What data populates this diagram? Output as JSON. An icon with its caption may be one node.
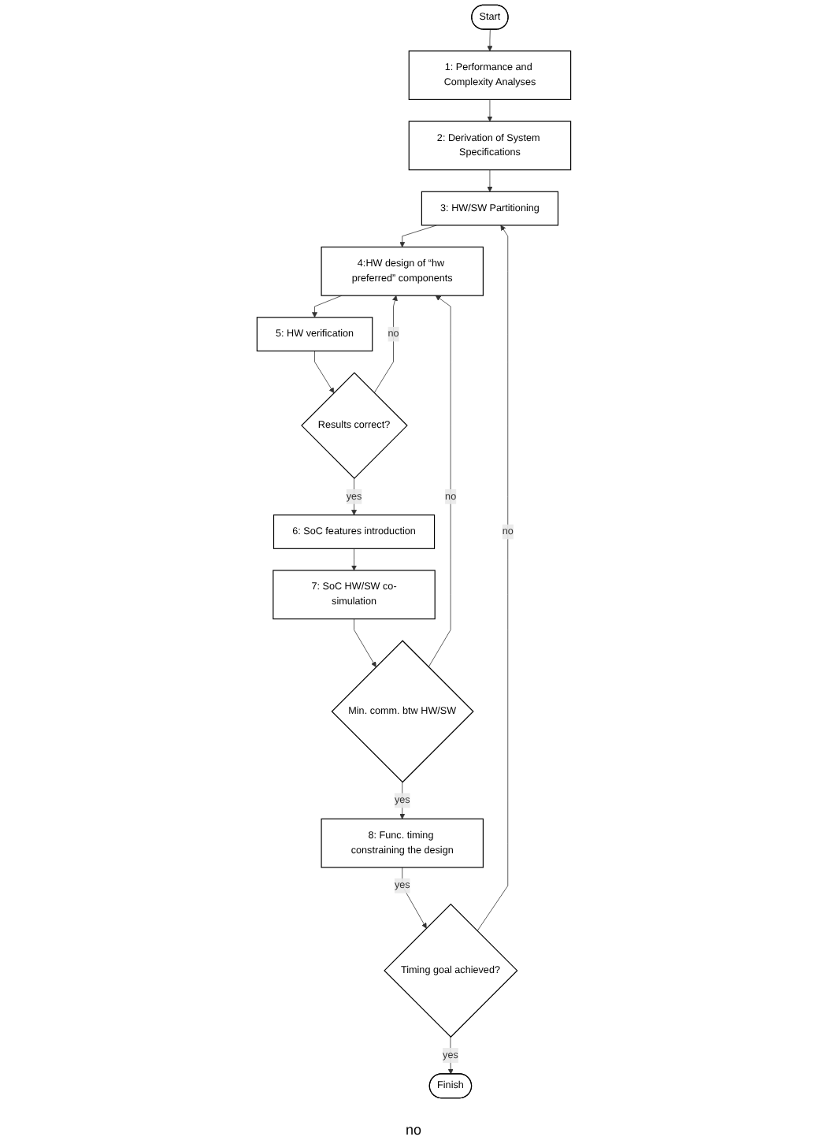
{
  "diagram": {
    "nodes": [
      {
        "text": [
          "Start"
        ]
      },
      {
        "text": [
          "1: Performance and Complexity Analyses"
        ]
      },
      {
        "text": [
          "2: Derivation of System Specifications"
        ]
      },
      {
        "text": [
          "3: HW/SW Partitioning"
        ]
      },
      {
        "text": [
          "4:HW design of “hw preferred” components"
        ]
      },
      {
        "text": [
          "5: HW verification"
        ]
      },
      {
        "text": [
          "Results correct?"
        ]
      },
      {
        "text": [
          "6: SoC features introduction"
        ]
      },
      {
        "text": [
          "7: SoC HW/SW co-simulation"
        ]
      },
      {
        "text": [
          "Min. comm. btw HW/SW"
        ]
      },
      {
        "text": [
          "8: Func. timing constraining the design"
        ]
      },
      {
        "text": [
          "Timing goal achieved?"
        ]
      },
      {
        "text": [
          "Finish"
        ]
      }
    ],
    "edges": [
      {
        "from": 0,
        "to": 1,
        "arrow": "to"
      },
      {
        "from": 1,
        "to": 2,
        "arrow": "to"
      },
      {
        "from": 2,
        "to": 3,
        "arrow": "to"
      },
      {
        "from": 3,
        "to": 4,
        "arrow": "to"
      },
      {
        "from": 4,
        "to": 5,
        "arrow": "to"
      },
      {
        "from": 5,
        "to": 6,
        "arrow": "to"
      },
      {
        "from": 6,
        "to": 4,
        "arrow": "to",
        "label": "no"
      },
      {
        "from": 6,
        "to": 7,
        "arrow": "to",
        "label": "yes"
      },
      {
        "from": 7,
        "to": 8,
        "arrow": "to"
      },
      {
        "from": 8,
        "to": 9,
        "arrow": "to"
      },
      {
        "from": 9,
        "to": 4,
        "arrow": "to",
        "label": "no"
      },
      {
        "from": 9,
        "to": 10,
        "arrow": "to",
        "label": "yes"
      },
      {
        "from": 10,
        "to": 11,
        "arrow": "to",
        "label": "yes"
      },
      {
        "from": 11,
        "to": 3,
        "arrow": "to",
        "label": "no"
      },
      {
        "from": 11,
        "to": 12,
        "arrow": "to",
        "label": "yes"
      }
    ],
    "labels": [
      "no"
    ]
  }
}
